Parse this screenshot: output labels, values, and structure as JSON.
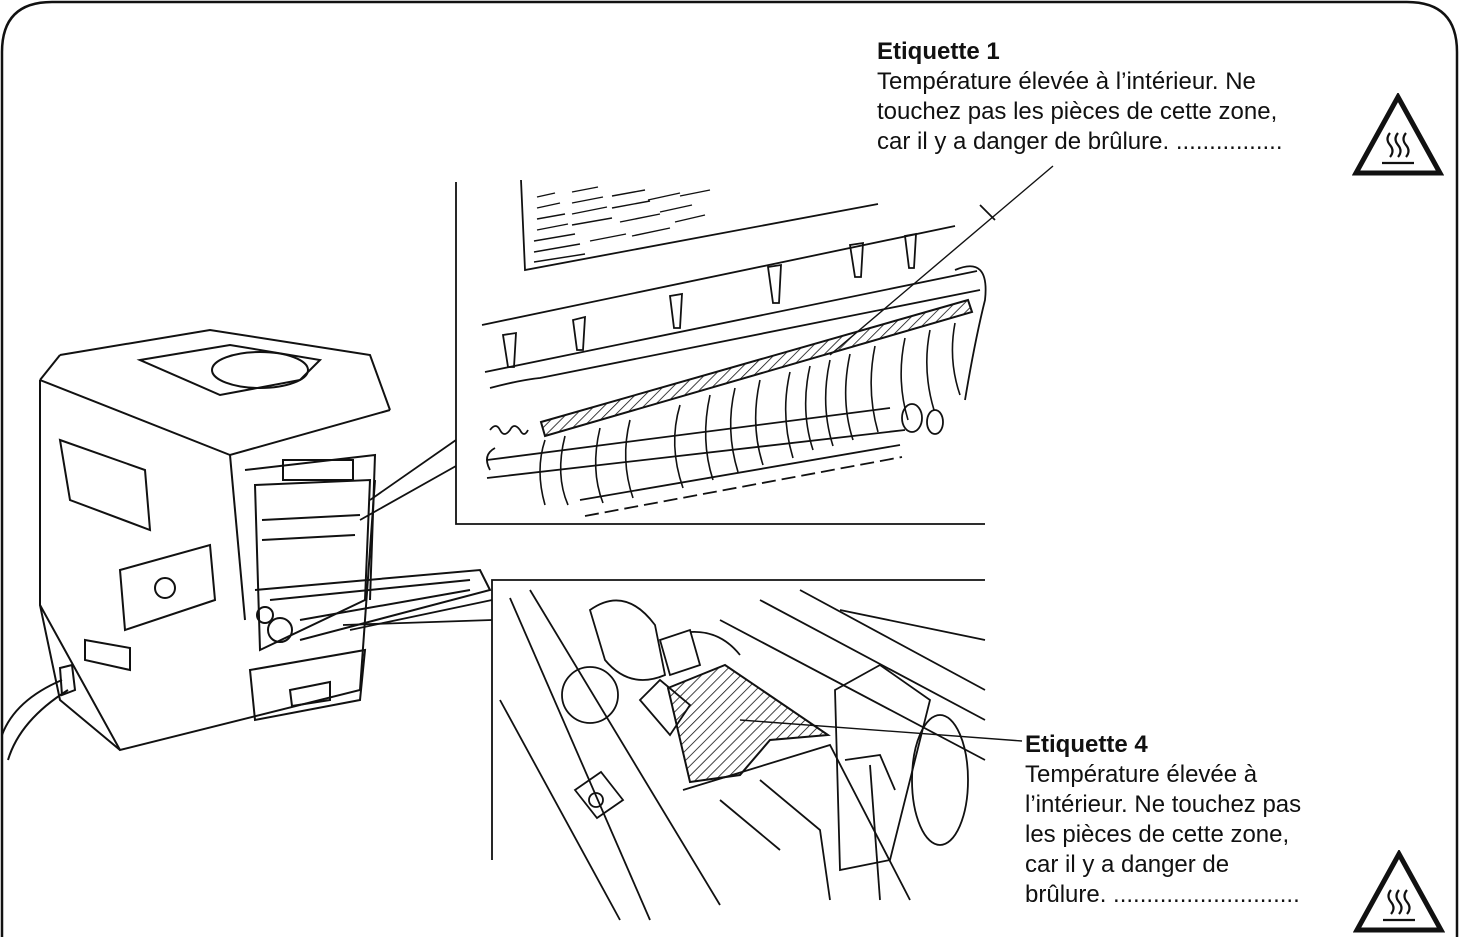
{
  "labels": [
    {
      "title": "Etiquette 1",
      "lines": [
        "Température élevée à l’intérieur. Ne",
        "touchez pas les pièces de cette zone,",
        "car il y a danger de brûlure. ................"
      ],
      "icon": "hot-surface-warning-icon"
    },
    {
      "title": "Etiquette 4",
      "lines": [
        "Température élevée à",
        "l’intérieur. Ne touchez pas",
        "les pièces de cette zone,",
        "car il y a danger de",
        "brûlure. ............................"
      ],
      "icon": "hot-surface-warning-icon"
    }
  ],
  "colors": {
    "ink": "#111111",
    "hatch": "#111111",
    "background": "#ffffff"
  }
}
